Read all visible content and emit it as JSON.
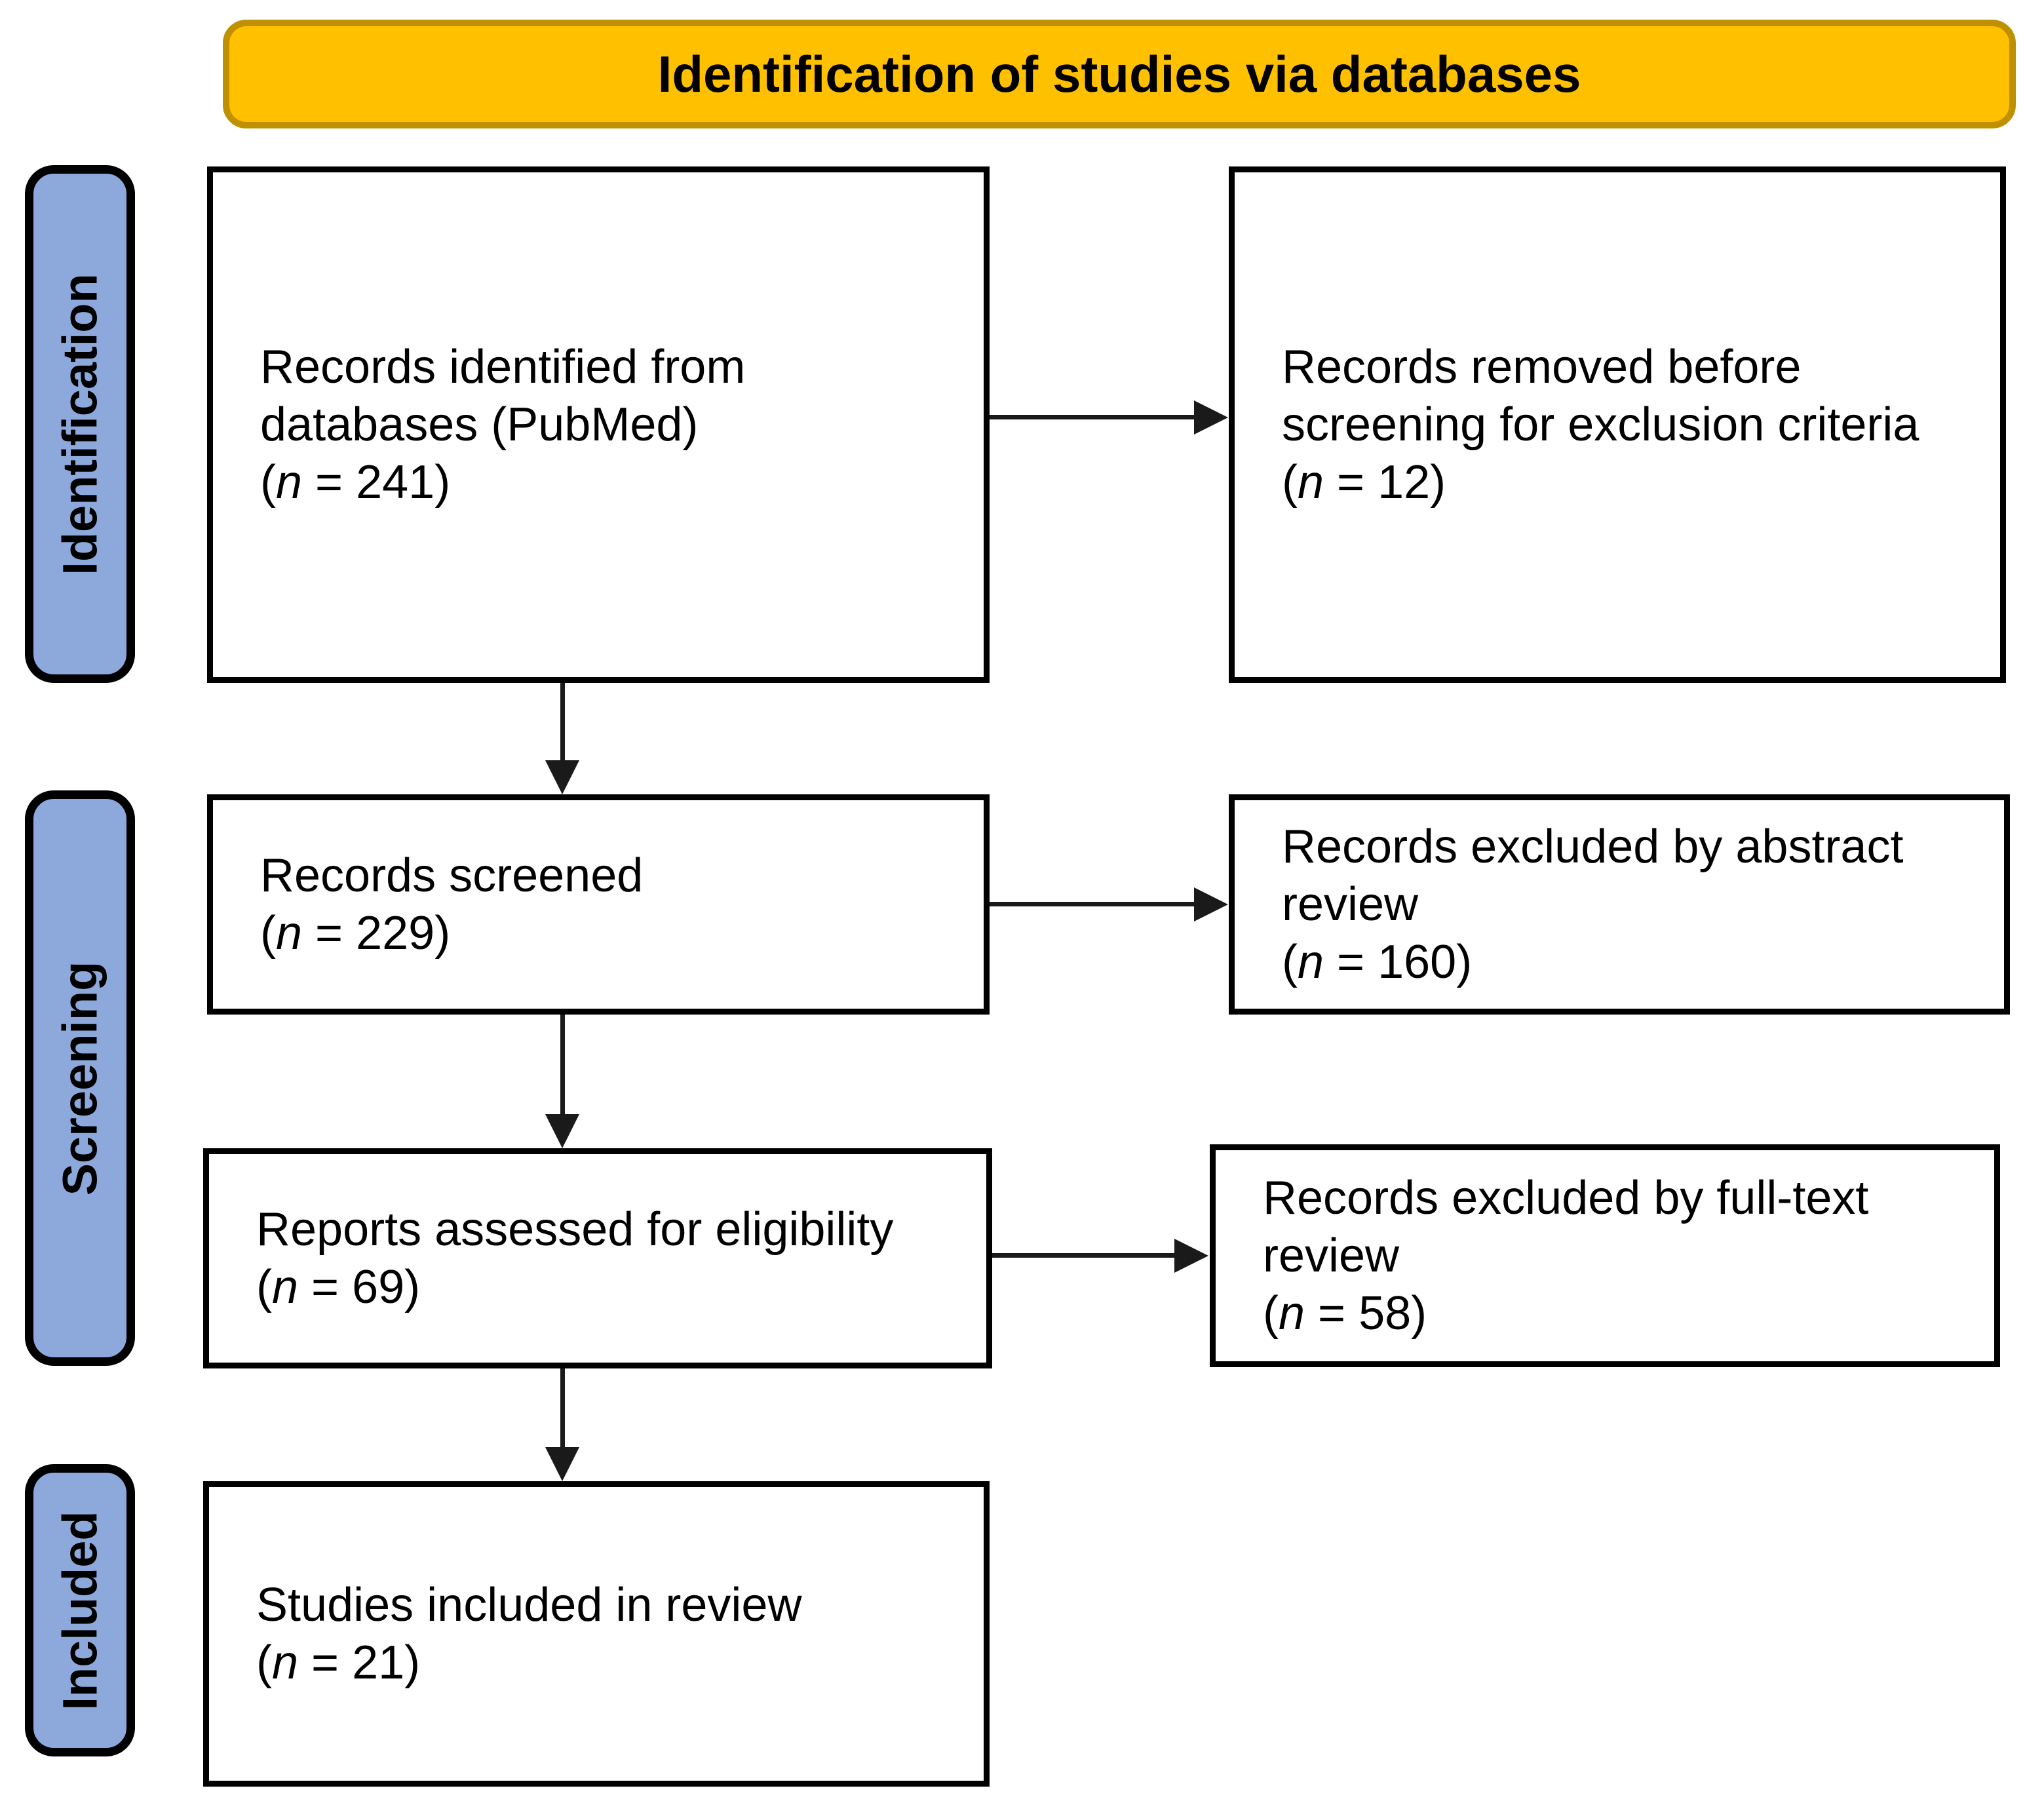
{
  "figure": {
    "banner": {
      "title": "Identification of studies via databases",
      "fill_color": "#FFC000",
      "border_color": "#BF9000"
    },
    "stage_labels": [
      {
        "id": "identification",
        "label": "Identification"
      },
      {
        "id": "screening",
        "label": "Screening"
      },
      {
        "id": "included",
        "label": "Included"
      }
    ],
    "stage_label_fill_color": "#8DA9DC",
    "box_border_color": "#000000",
    "arrow_color": "#1a1a1a",
    "background_color": "#ffffff",
    "boxes": {
      "main": [
        {
          "lines": [
            "Records identified from",
            "databases (PubMed)"
          ],
          "count": {
            "open": "(",
            "var": "n",
            "rest": " = 241)"
          }
        },
        {
          "lines": [
            "Records screened"
          ],
          "count": {
            "open": "(",
            "var": "n",
            "rest": " = 229)"
          }
        },
        {
          "lines": [
            "Reports assessed for eligibility"
          ],
          "count": {
            "open": "(",
            "var": "n",
            "rest": " = 69)"
          }
        },
        {
          "lines": [
            "Studies included in review"
          ],
          "count": {
            "open": "(",
            "var": "n",
            "rest": " = 21)"
          }
        }
      ],
      "side": [
        {
          "lines": [
            "Records removed before",
            "screening for exclusion criteria"
          ],
          "count": {
            "open": "(",
            "var": "n",
            "rest": " = 12)"
          }
        },
        {
          "lines": [
            "Records excluded by abstract",
            "review"
          ],
          "count": {
            "open": "(",
            "var": "n",
            "rest": " = 160)"
          }
        },
        {
          "lines": [
            "Records excluded by full-text",
            "review"
          ],
          "count": {
            "open": "(",
            "var": "n",
            "rest": " = 58)"
          }
        }
      ]
    }
  }
}
